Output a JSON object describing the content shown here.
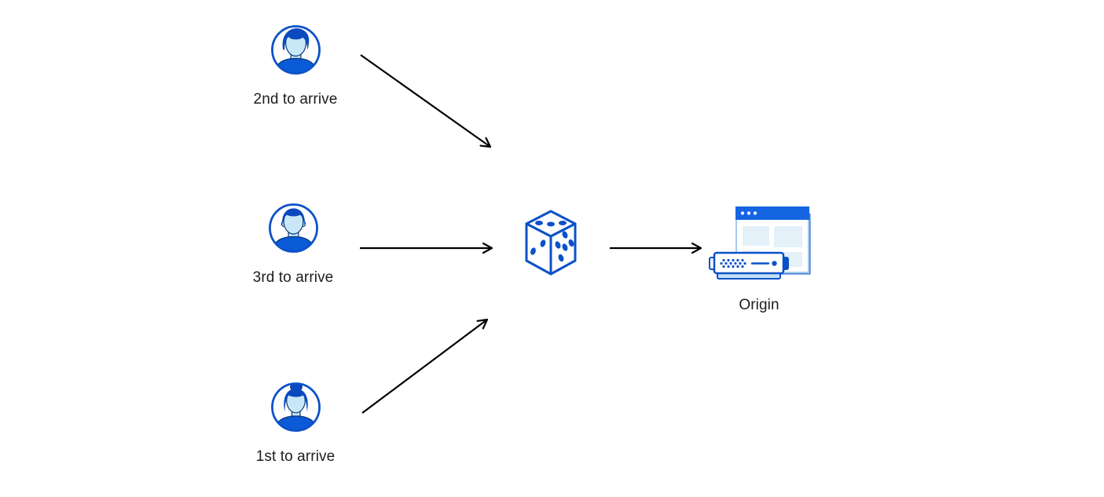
{
  "diagram": {
    "type": "flow-diagram",
    "description": "Three clients arriving in different order are all routed through a random selector (dice) to the Origin",
    "colors": {
      "icon_blue": "#0C51C8",
      "outline_navy": "#0A3576",
      "hair_blue": "#0B49BE",
      "shirt_blue": "#0B5BD8",
      "face_blue": "#C9E8F7",
      "pale_blue": "#E4F1F9",
      "titlebar_blue": "#1565E2",
      "window_border_blue": "#A6C9F0",
      "window_edge_blue": "#4A7FD8",
      "server_base_blue": "#BFE0F6",
      "arrow_color": "#000000",
      "label_color": "#1D1D1F",
      "background": "#FFFFFF"
    },
    "clients": [
      {
        "label": "2nd to arrive",
        "icon": "avatar-man-swept-hair-icon"
      },
      {
        "label": "3rd to arrive",
        "icon": "avatar-man-short-hair-icon"
      },
      {
        "label": "1st to arrive",
        "icon": "avatar-woman-bun-icon"
      }
    ],
    "router": {
      "icon": "dice-icon"
    },
    "origin": {
      "label": "Origin",
      "icon": "origin-server-icon"
    }
  }
}
